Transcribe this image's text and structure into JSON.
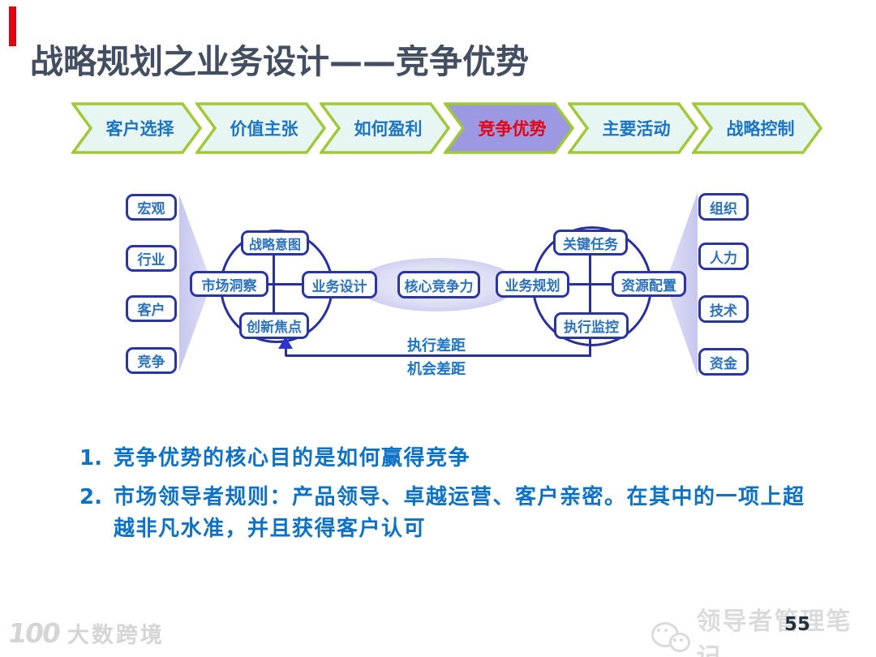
{
  "slide": {
    "title": "战略规划之业务设计——竞争优势"
  },
  "nav_tabs": {
    "active_index": 3,
    "items": [
      {
        "label": "客户选择"
      },
      {
        "label": "价值主张"
      },
      {
        "label": "如何盈利"
      },
      {
        "label": "竞争优势"
      },
      {
        "label": "主要活动"
      },
      {
        "label": "战略控制"
      }
    ],
    "colors": {
      "border": "#a0c838",
      "fill": "#e7f6f2",
      "text": "#1b74c4",
      "active_fill": "#9d98e2",
      "active_text": "#e60012"
    }
  },
  "diagram": {
    "environment_inputs": [
      "宏观",
      "行业",
      "客户",
      "竞争"
    ],
    "resources": [
      "组织",
      "人力",
      "技术",
      "资金"
    ],
    "strategy_circle": {
      "top": "战略意图",
      "left": "市场洞察",
      "right": "业务设计",
      "bottom": "创新焦点"
    },
    "core": "核心竞争力",
    "execution_circle": {
      "top": "关键任务",
      "left": "业务规划",
      "right": "资源配置",
      "bottom": "执行监控"
    },
    "gap_labels": {
      "execution": "执行差距",
      "opportunity": "机会差距"
    },
    "colors": {
      "accent_bar": "#e00310",
      "box_border": "#2b35a2",
      "box_text": "#2d72ba",
      "line": "#2a2f9e",
      "funnel": "#c7c7ee"
    }
  },
  "notes": {
    "color": "#0d72c6",
    "items": [
      {
        "num": "1.",
        "text": "竞争优势的核心目的是如何赢得竞争"
      },
      {
        "num": "2.",
        "text": "市场领导者规则：产品领导、卓越运营、客户亲密。在其中的一项上超越非凡水准，并且获得客户认可"
      }
    ]
  },
  "footer": {
    "watermark_left": {
      "mark": "100",
      "text": "大数跨境"
    },
    "watermark_right": {
      "text": "领导者管理笔记"
    },
    "page_number": "55"
  }
}
